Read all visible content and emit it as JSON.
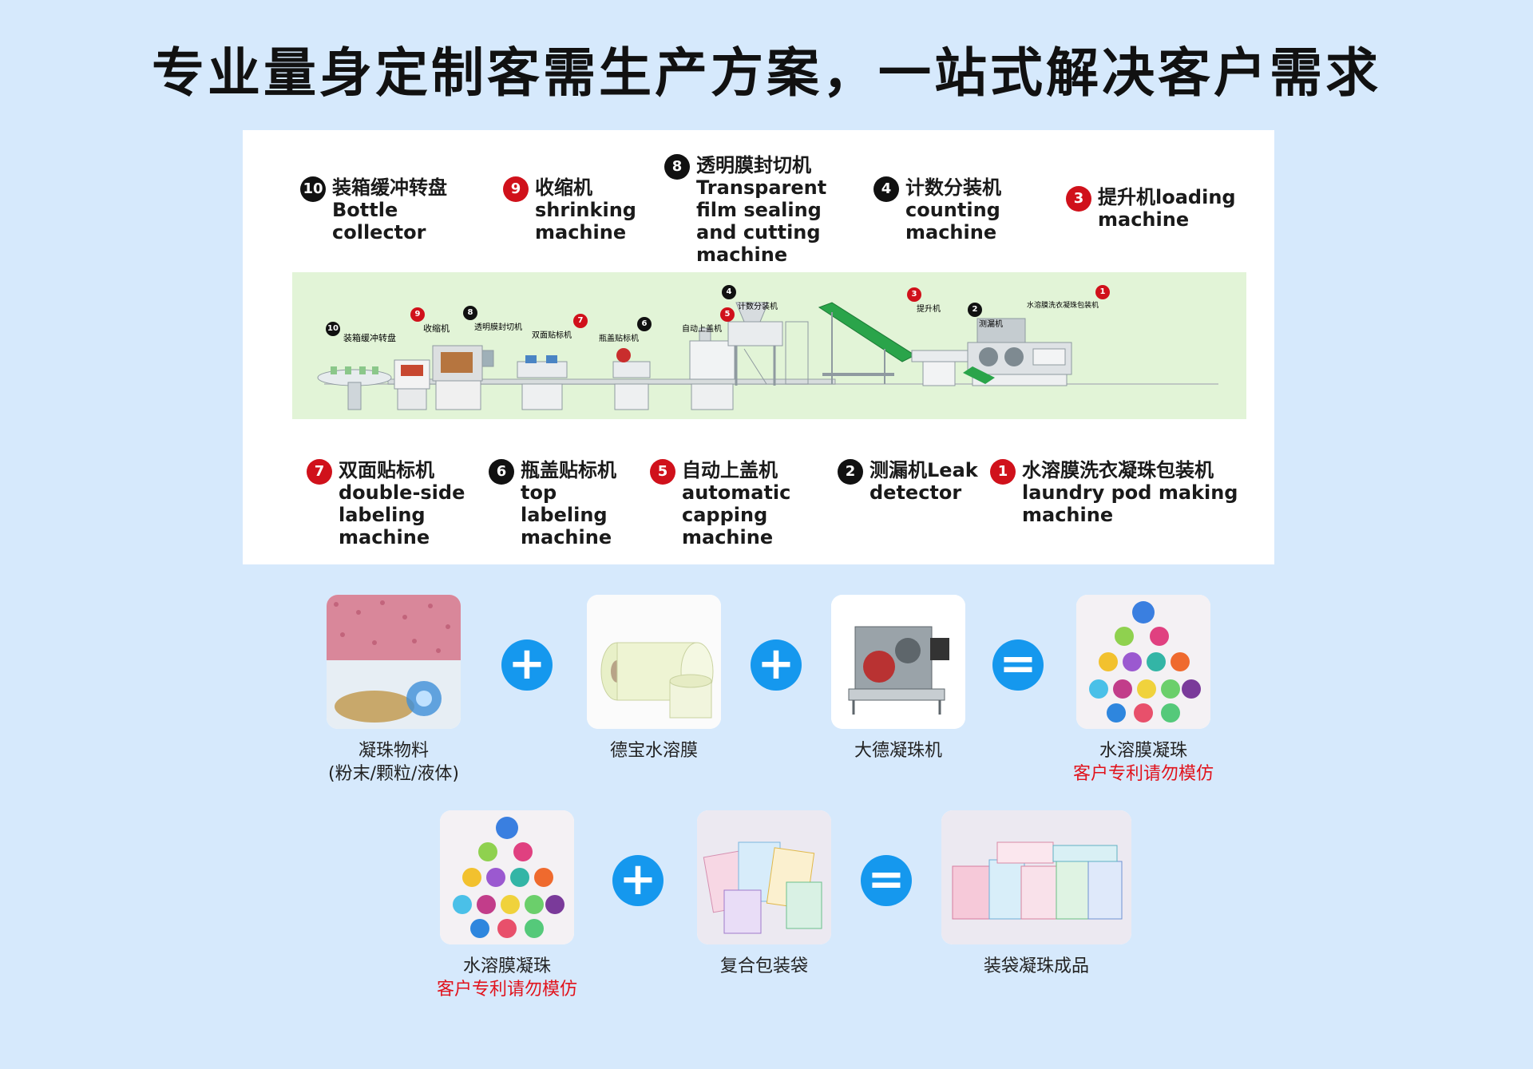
{
  "title": "专业量身定制客需生产方案，一站式解决客户需求",
  "top_labels": [
    {
      "num": "10",
      "color": "black",
      "text": "装箱缓冲转盘\nBottle\ncollector"
    },
    {
      "num": "9",
      "color": "red",
      "text": "收缩机\nshrinking\nmachine"
    },
    {
      "num": "8",
      "color": "black",
      "text": "透明膜封切机\nTransparent\nfilm sealing\nand cutting\nmachine"
    },
    {
      "num": "4",
      "color": "black",
      "text": "计数分装机\ncounting\nmachine"
    },
    {
      "num": "3",
      "color": "red",
      "text": "提升机loading\nmachine"
    }
  ],
  "bottom_labels": [
    {
      "num": "7",
      "color": "red",
      "text": "双面贴标机\ndouble-side\nlabeling\nmachine"
    },
    {
      "num": "6",
      "color": "black",
      "text": "瓶盖贴标机\ntop\nlabeling\nmachine"
    },
    {
      "num": "5",
      "color": "red",
      "text": "自动上盖机\nautomatic\ncapping\nmachine"
    },
    {
      "num": "2",
      "color": "black",
      "text": "测漏机Leak\ndetector"
    },
    {
      "num": "1",
      "color": "red",
      "text": "水溶膜洗衣凝珠包装机\nlaundry pod making\nmachine"
    }
  ],
  "diagram_labels": [
    {
      "num": "10",
      "color": "black",
      "text": "装箱缓冲转盘"
    },
    {
      "num": "9",
      "color": "red",
      "text": "收缩机"
    },
    {
      "num": "8",
      "color": "black",
      "text": "透明膜封切机"
    },
    {
      "num": "7",
      "color": "red",
      "text": "双面贴标机"
    },
    {
      "num": "6",
      "color": "black",
      "text": "瓶盖贴标机"
    },
    {
      "num": "5",
      "color": "red",
      "text": "自动上盖机"
    },
    {
      "num": "4",
      "color": "black",
      "text": "计数分装机"
    },
    {
      "num": "3",
      "color": "red",
      "text": "提升机"
    },
    {
      "num": "2",
      "color": "black",
      "text": "测漏机"
    },
    {
      "num": "1",
      "color": "red",
      "text": "水溶膜洗衣凝珠包装机"
    }
  ],
  "row1": {
    "items": [
      {
        "name": "凝珠物料",
        "sub": "(粉末/颗粒/液体)"
      },
      {
        "name": "德宝水溶膜"
      },
      {
        "name": "大德凝珠机"
      },
      {
        "name": "水溶膜凝珠",
        "note": "客户专利请勿模仿"
      }
    ],
    "ops": [
      "+",
      "+",
      "="
    ]
  },
  "row2": {
    "items": [
      {
        "name": "水溶膜凝珠",
        "note": "客户专利请勿模仿"
      },
      {
        "name": "复合包装袋"
      },
      {
        "name": "装袋凝珠成品"
      }
    ],
    "ops": [
      "+",
      "="
    ]
  },
  "colors": {
    "background": "#d6e9fc",
    "accent": "#1598ee",
    "warning": "#e1131c",
    "badge_red": "#d0111b"
  }
}
